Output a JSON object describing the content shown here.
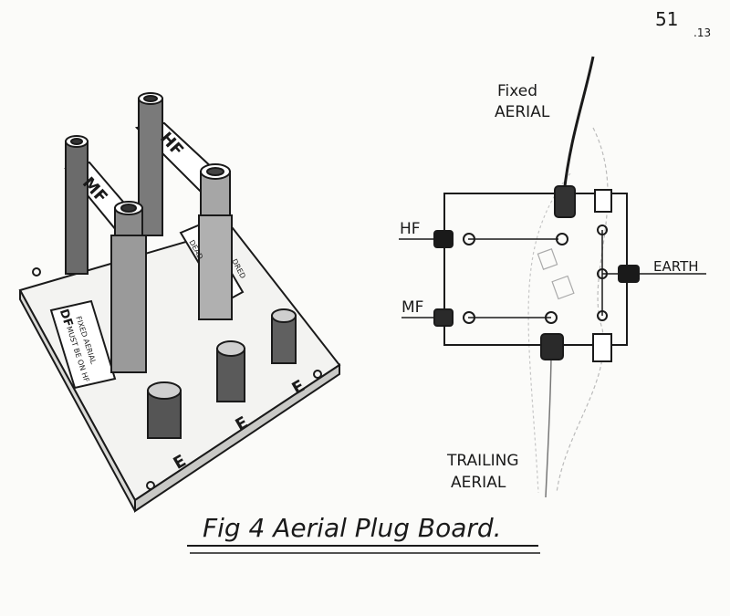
{
  "page_number": "51",
  "page_mark": ".13",
  "board_drawing": {
    "socket_labels": {
      "hf": "HF",
      "mf": "MF",
      "earth": "E"
    },
    "side_plate_text": [
      "DEAD",
      "DRED"
    ],
    "front_plate_text": {
      "initials": "DF",
      "line1": "FIXED AERIAL",
      "line2": "MUST BE ON HF"
    }
  },
  "schematic": {
    "fixed_aerial_label": [
      "Fixed",
      "AERIAL"
    ],
    "hf_label": "HF",
    "mf_label": "MF",
    "earth_label": "EARTH",
    "trailing_aerial_label": [
      "TRAILING",
      "AERIAL"
    ]
  },
  "caption": "Fig 4  Aerial Plug Board."
}
